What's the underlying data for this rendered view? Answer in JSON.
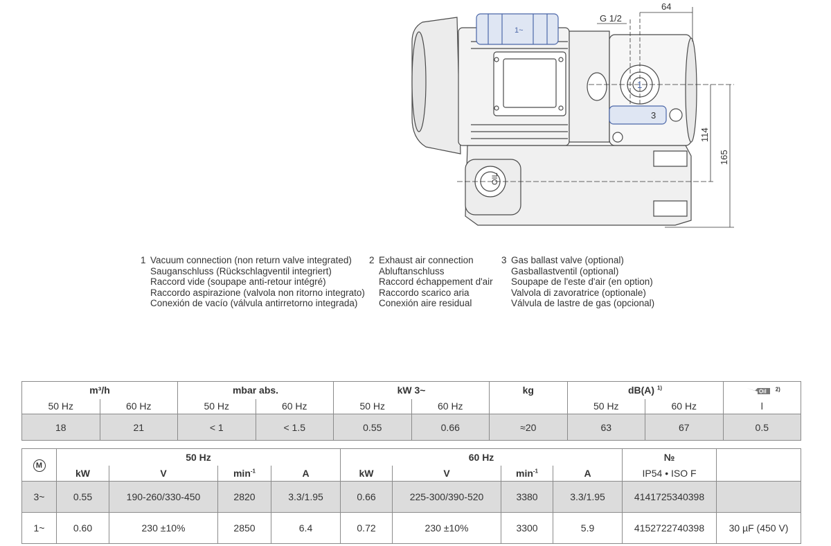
{
  "drawing": {
    "dims": {
      "g": "G 1/2",
      "w64": "64",
      "h114": "114",
      "h165": "165"
    },
    "callouts": {
      "motor": "1~",
      "c1": "1",
      "c3": "3",
      "oil": "OIL"
    }
  },
  "legend": [
    {
      "num": "1",
      "lines": [
        "Vacuum connection (non return valve integrated)",
        "Sauganschluss (Rückschlagventil integriert)",
        "Raccord vide (soupape anti-retour intégré)",
        "Raccordo aspirazione (valvola non ritorno integrato)",
        "Conexión de vacío (válvula antirretorno integrada)"
      ]
    },
    {
      "num": "2",
      "lines": [
        "Exhaust air connection",
        "Abluftanschluss",
        "Raccord échappement d'air",
        "Raccordo scarico aria",
        "Conexión aire residual"
      ]
    },
    {
      "num": "3",
      "lines": [
        "Gas ballast valve (optional)",
        "Gasballastventil (optional)",
        "Soupape de l'este d'air (en option)",
        "Valvola di zavoratrice (optionale)",
        "Válvula de lastre de gas (opcional)"
      ]
    }
  ],
  "spec1": {
    "headers": {
      "flow": "m³/h",
      "pressure": "mbar abs.",
      "power": "kW 3~",
      "weight": "kg",
      "noise": "dB(A)",
      "noise_note": "1)",
      "oil_note": "2)",
      "oil_label": "Oil"
    },
    "sub": {
      "flow_50": "50 Hz",
      "flow_60": "60 Hz",
      "pres_50": "50 Hz",
      "pres_60": "60 Hz",
      "pow_50": "50 Hz",
      "pow_60": "60 Hz",
      "noise_50": "50 Hz",
      "noise_60": "60 Hz",
      "oil_unit": "l"
    },
    "values": {
      "flow_50": "18",
      "flow_60": "21",
      "pres_50": "< 1",
      "pres_60": "< 1.5",
      "pow_50": "0.55",
      "pow_60": "0.66",
      "weight": "≈20",
      "noise_50": "63",
      "noise_60": "67",
      "oil": "0.5"
    }
  },
  "spec2": {
    "motor_symbol": "M",
    "group_50": "50 Hz",
    "group_60": "60 Hz",
    "no_label": "№",
    "cols": {
      "kw50": "kW",
      "v50": "V",
      "min50": "min",
      "a50": "A",
      "kw60": "kW",
      "v60": "V",
      "min60": "min",
      "a60": "A",
      "ip": "IP54 • ISO F",
      "exp": "-1"
    },
    "rows": [
      {
        "phase": "3~",
        "kw50": "0.55",
        "v50": "190-260/330-450",
        "min50": "2820",
        "a50": "3.3/1.95",
        "kw60": "0.66",
        "v60": "225-300/390-520",
        "min60": "3380",
        "a60": "3.3/1.95",
        "no": "4141725340398",
        "extra": ""
      },
      {
        "phase": "1~",
        "kw50": "0.60",
        "v50": "230 ±10%",
        "min50": "2850",
        "a50": "6.4",
        "kw60": "0.72",
        "v60": "230 ±10%",
        "min60": "3300",
        "a60": "5.9",
        "no": "4152722740398",
        "extra": "30 µF (450 V)"
      }
    ]
  }
}
